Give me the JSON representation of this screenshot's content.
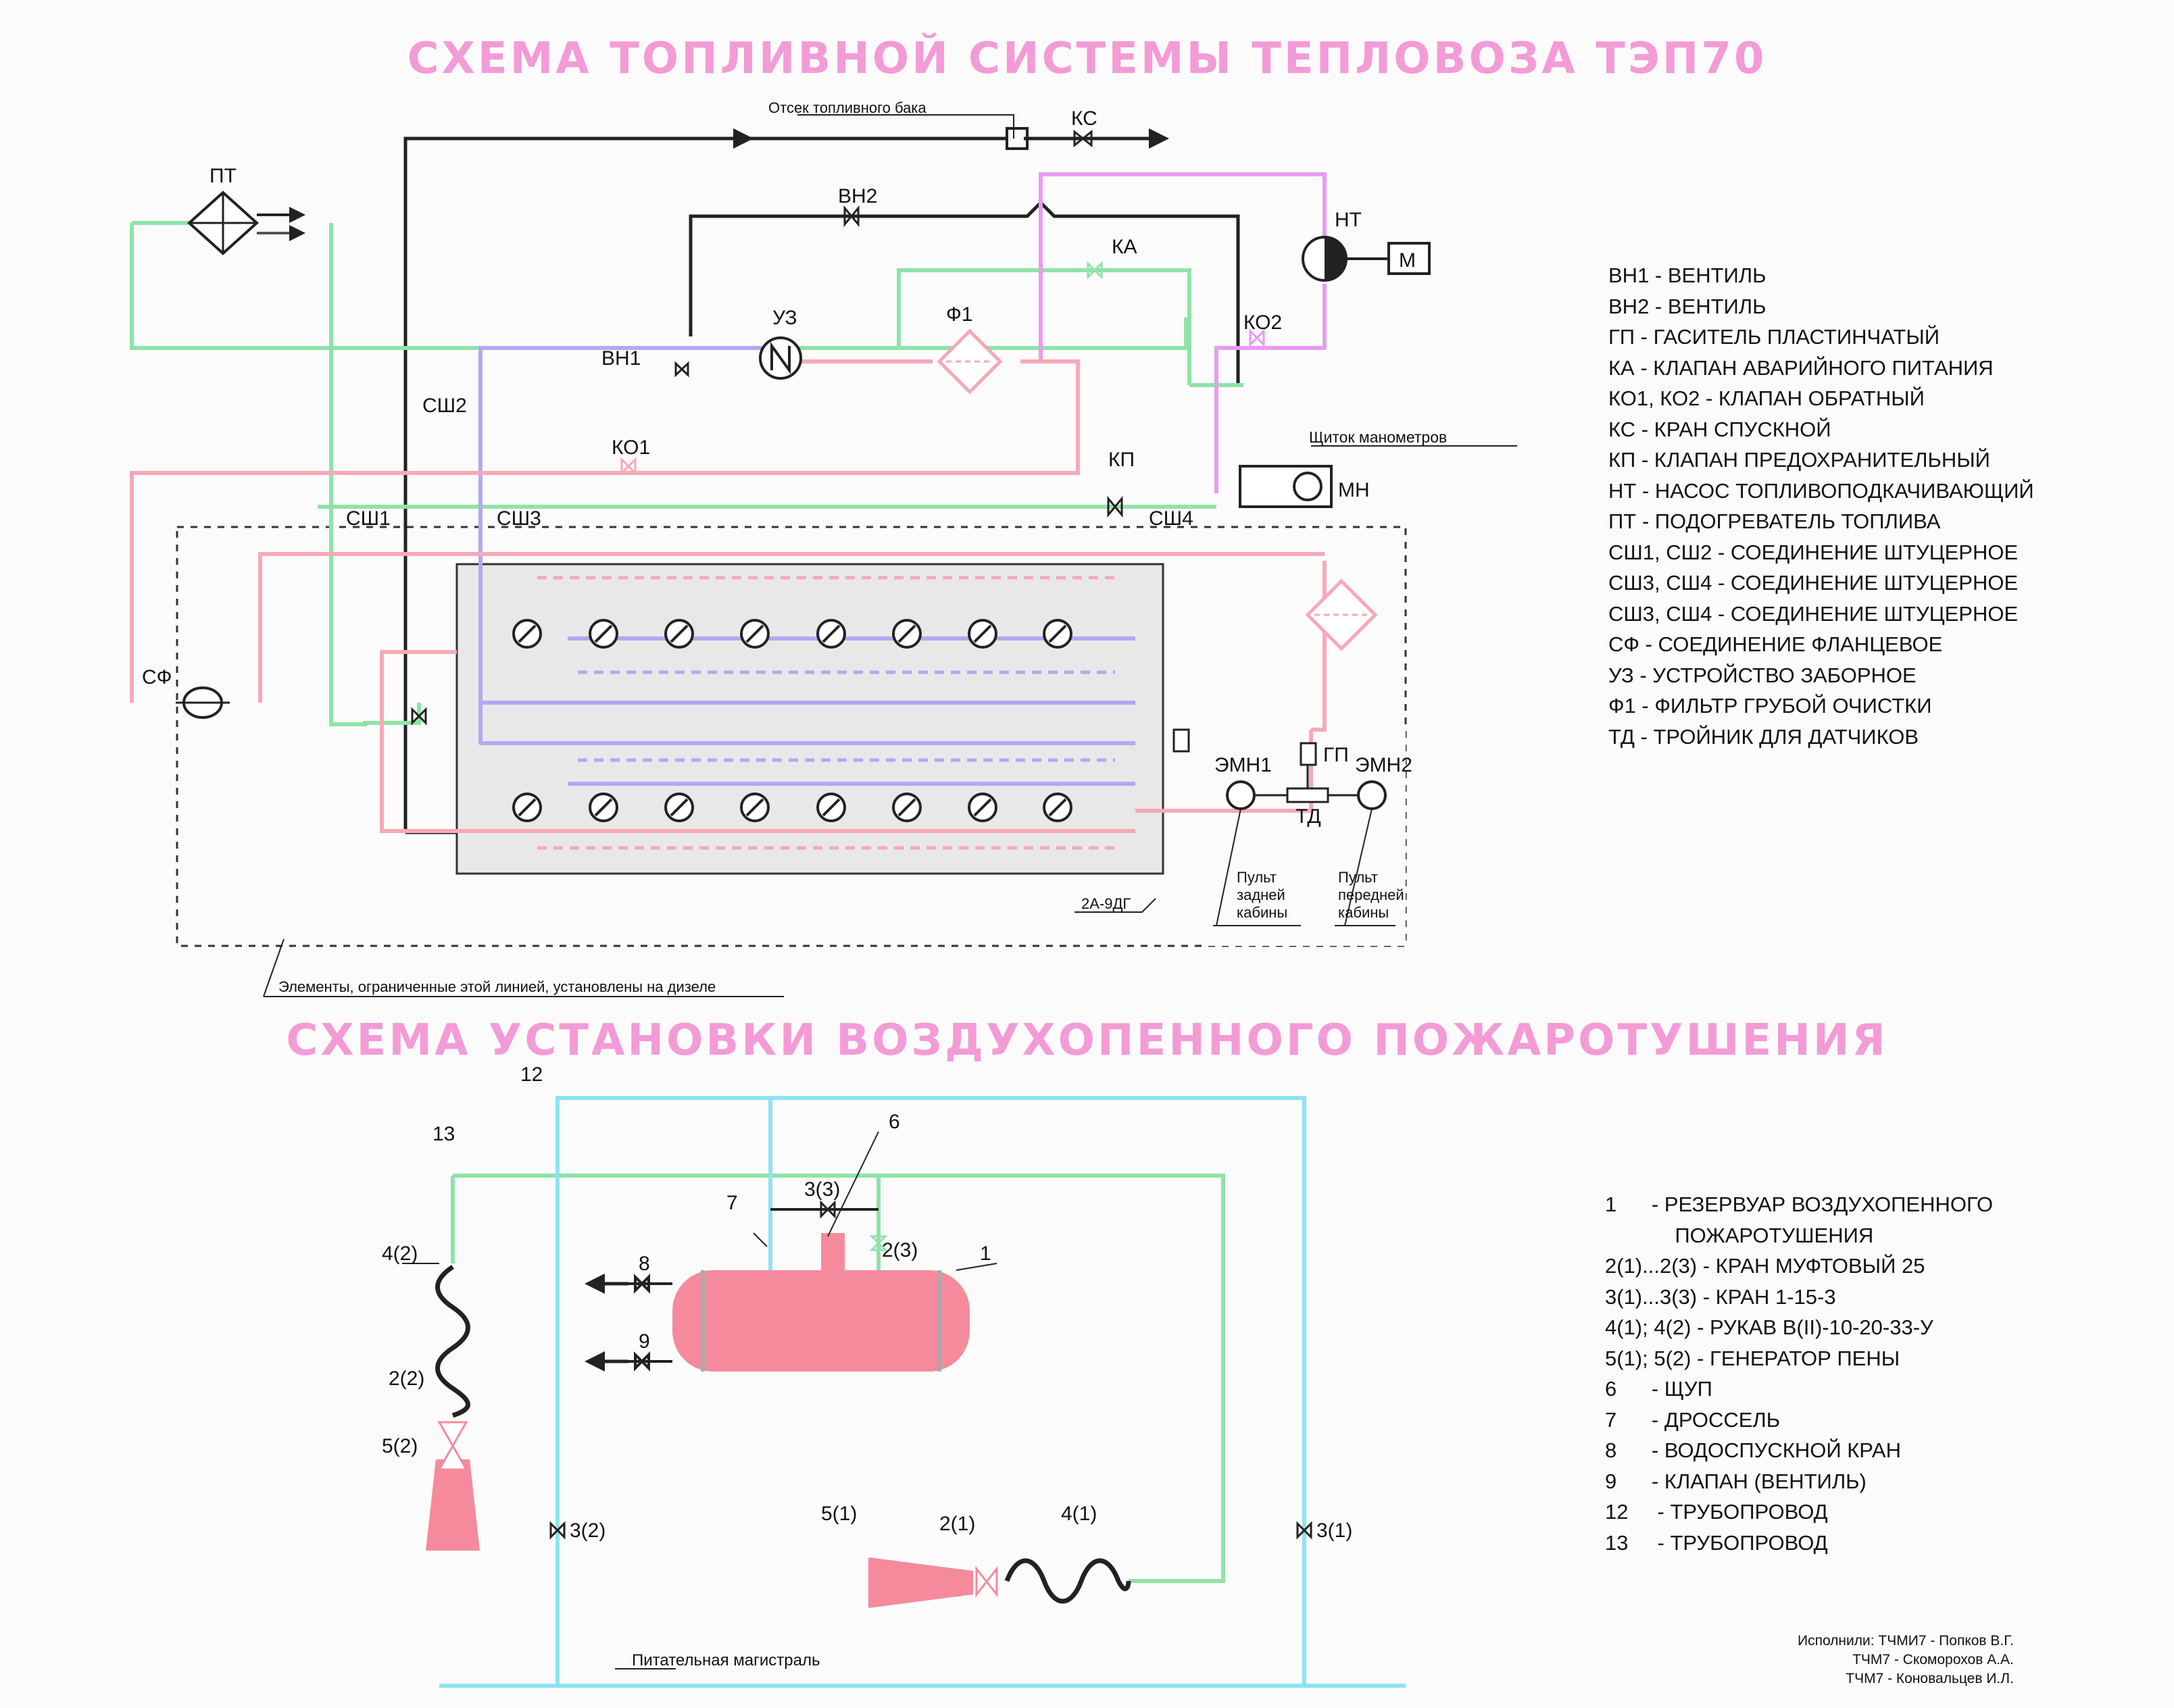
{
  "title_fuel": "СХЕМА ТОПЛИВНОЙ СИСТЕМЫ ТЕПЛОВОЗА ТЭП70",
  "title_fire": "СХЕМА УСТАНОВКИ ВОЗДУХОПЕННОГО ПОЖАРОТУШЕНИЯ",
  "fuel": {
    "labels": {
      "tank": "Отсек топливного бака",
      "ks": "КС",
      "pt": "ПТ",
      "vn2": "ВН2",
      "vn1": "ВН1",
      "uz": "УЗ",
      "f1": "Ф1",
      "ka": "КА",
      "nt": "НТ",
      "m": "М",
      "ko2": "КО2",
      "ko1": "КО1",
      "sh2": "СШ2",
      "kp": "КП",
      "sh1": "СШ1",
      "sh3": "СШ3",
      "sh4": "СШ4",
      "gauges": "Щиток манометров",
      "mn": "МН",
      "sf": "СФ",
      "gp": "ГП",
      "emn1": "ЭМН1",
      "emn2": "ЭМН2",
      "td": "ТД",
      "rear1": "Пульт",
      "rear2": "задней",
      "rear3": "кабины",
      "front1": "Пульт",
      "front2": "передней",
      "front3": "кабины",
      "diesel": "2А-9ДГ",
      "note": "Элементы, ограниченные этой линией, установлены на дизеле"
    },
    "legend": [
      "ВН1 - ВЕНТИЛЬ",
      "ВН2 - ВЕНТИЛЬ",
      "ГП    - ГАСИТЕЛЬ ПЛАСТИНЧАТЫЙ",
      "КА    - КЛАПАН АВАРИЙНОГО ПИТАНИЯ",
      "КО1, КО2 - КЛАПАН ОБРАТНЫЙ",
      "КС    - КРАН СПУСКНОЙ",
      "КП    - КЛАПАН ПРЕДОХРАНИТЕЛЬНЫЙ",
      "НТ    - НАСОС ТОПЛИВОПОДКАЧИВАЮЩИЙ",
      "ПТ    - ПОДОГРЕВАТЕЛЬ ТОПЛИВА",
      "СШ1, СШ2 - СОЕДИНЕНИЕ ШТУЦЕРНОЕ",
      "СШ3, СШ4 - СОЕДИНЕНИЕ ШТУЦЕРНОЕ",
      "СШ3, СШ4 - СОЕДИНЕНИЕ ШТУЦЕРНОЕ",
      "СФ    - СОЕДИНЕНИЕ ФЛАНЦЕВОЕ",
      "УЗ    - УСТРОЙСТВО ЗАБОРНОЕ",
      "Ф1    - ФИЛЬТР ГРУБОЙ ОЧИСТКИ",
      "ТД    - ТРОЙНИК ДЛЯ ДАТЧИКОВ"
    ]
  },
  "fire": {
    "labels": {
      "l12": "12",
      "l13": "13",
      "l6": "6",
      "l7": "7",
      "l33": "3(3)",
      "l23": "2(3)",
      "l1": "1",
      "l8": "8",
      "l9": "9",
      "l42": "4(2)",
      "l22": "2(2)",
      "l52": "5(2)",
      "l32": "3(2)",
      "l51": "5(1)",
      "l21": "2(1)",
      "l41": "4(1)",
      "l31": "3(1)",
      "main": "Питательная магистраль"
    },
    "legend": [
      "1      - РЕЗЕРВУАР ВОЗДУХОПЕННОГО",
      "            ПОЖАРОТУШЕНИЯ",
      "2(1)...2(3) - КРАН МУФТОВЫЙ 25",
      "3(1)...3(3) - КРАН 1-15-3",
      "4(1); 4(2) - РУКАВ В(II)-10-20-33-У",
      "5(1); 5(2) - ГЕНЕРАТОР ПЕНЫ",
      "6      - ЩУП",
      "7      - ДРОССЕЛЬ",
      "8      - ВОДОСПУСКНОЙ КРАН",
      "9      - КЛАПАН (ВЕНТИЛЬ)",
      "12     - ТРУБОПРОВОД",
      "13     - ТРУБОПРОВОД"
    ]
  },
  "credits": [
    "Исполнили: ТЧМИ7 - Попков В.Г.",
    "ТЧМ7 - Скоморохов А.А.",
    "ТЧМ7 - Коновальцев И.Л."
  ],
  "colors": {
    "title": "#f39bd6",
    "green": "#8fe3a8",
    "pink": "#f6a9b6",
    "violet": "#b7a6f0",
    "magenta": "#e79cf0",
    "cyan": "#8ee3f0",
    "black": "#222222",
    "tank": "#f58a9c",
    "diesel_bg": "#e8e8e8"
  }
}
